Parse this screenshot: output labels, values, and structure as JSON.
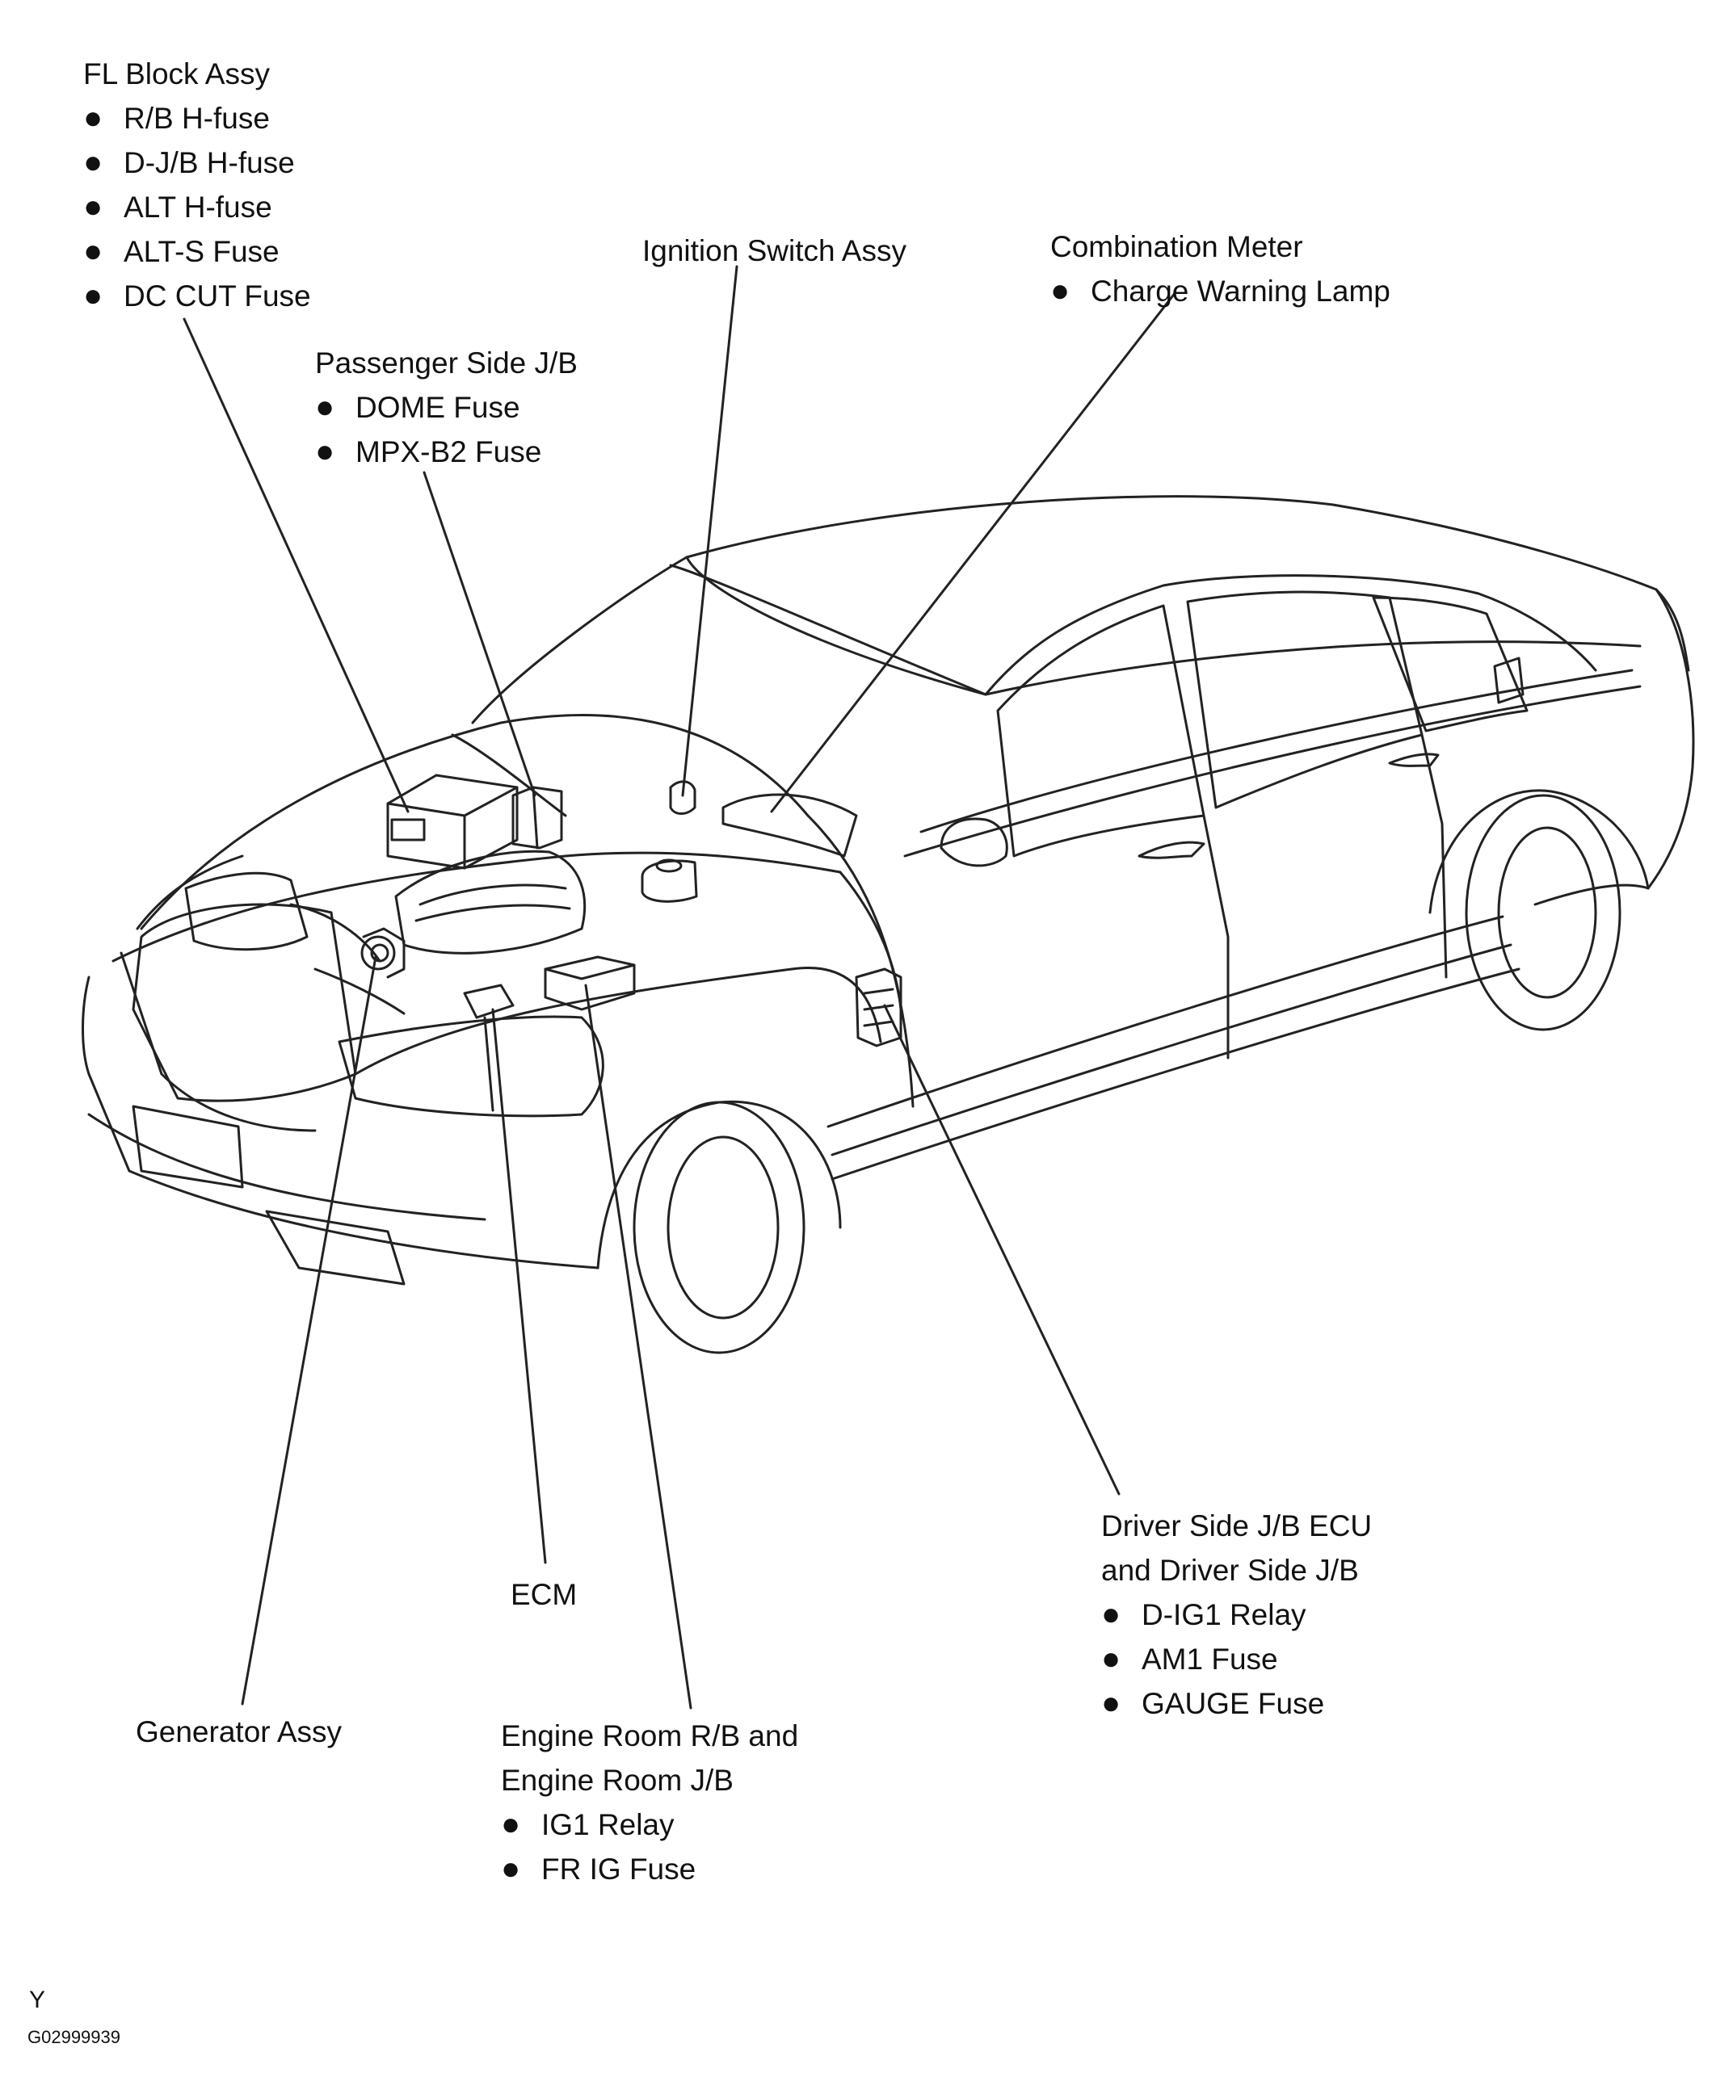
{
  "labels": {
    "fl_block": {
      "title": "FL Block Assy",
      "items": [
        "R/B H-fuse",
        "D-J/B H-fuse",
        "ALT H-fuse",
        "ALT-S Fuse",
        "DC CUT Fuse"
      ]
    },
    "passenger_jb": {
      "title": "Passenger Side J/B",
      "items": [
        "DOME Fuse",
        "MPX-B2 Fuse"
      ]
    },
    "ignition": {
      "title": "Ignition Switch Assy"
    },
    "combination_meter": {
      "title": "Combination Meter",
      "items": [
        "Charge Warning Lamp"
      ]
    },
    "driver_jb": {
      "title_line1": "Driver Side J/B ECU",
      "title_line2": "and Driver Side J/B",
      "items": [
        "D-IG1 Relay",
        "AM1 Fuse",
        "GAUGE Fuse"
      ]
    },
    "ecm": {
      "title": "ECM"
    },
    "generator": {
      "title": "Generator Assy"
    },
    "engine_room": {
      "title_line1": "Engine Room R/B and",
      "title_line2": "Engine Room J/B",
      "items": [
        "IG1 Relay",
        "FR IG Fuse"
      ]
    }
  },
  "footer": {
    "view_code": "Y",
    "figure_id": "G02999939"
  },
  "colors": {
    "line": "#222222",
    "text": "#111111",
    "background": "#ffffff"
  }
}
